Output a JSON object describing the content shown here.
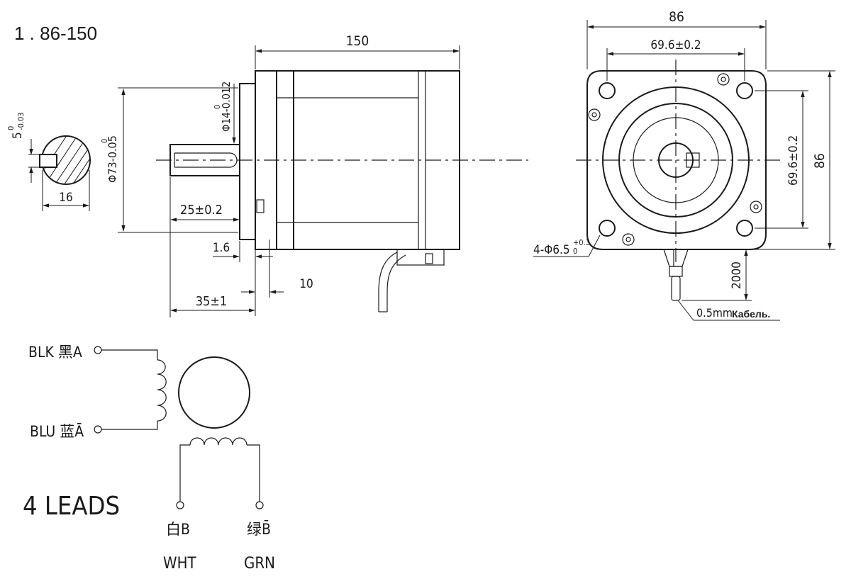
{
  "model": "1 . 86-150",
  "side_view": {
    "length": "150",
    "flange_diameter": "Φ73-0.05",
    "flange_tol_top": "0",
    "shaft_diameter": "Φ14-0.012",
    "shaft_tol_top": "0",
    "key_length": "25±0.2",
    "flange_thickness": "1.6",
    "gap": "10",
    "shaft_length": "35±1"
  },
  "shaft_section": {
    "key_width": "5",
    "key_tol_top": "0",
    "key_tol_bottom": "-0.03",
    "flat_width": "16"
  },
  "front_view": {
    "width": "86",
    "height": "86",
    "hole_spacing_h": "69.6±0.2",
    "hole_spacing_v": "69.6±0.2",
    "holes": "4-Φ6.5",
    "holes_tol_top": "+0.3",
    "holes_tol_bottom": "0",
    "cable_length": "2000",
    "cable_spec": "0.5mm",
    "cable_word": "Кабель."
  },
  "wiring": {
    "title": "4 LEADS",
    "coil_a_start": "BLK 黑A",
    "coil_a_end": "BLU 蓝Ā",
    "coil_b_start_cn": "白B",
    "coil_b_start_en": "WHT",
    "coil_b_end_cn": "绿B̄",
    "coil_b_end_en": "GRN"
  }
}
